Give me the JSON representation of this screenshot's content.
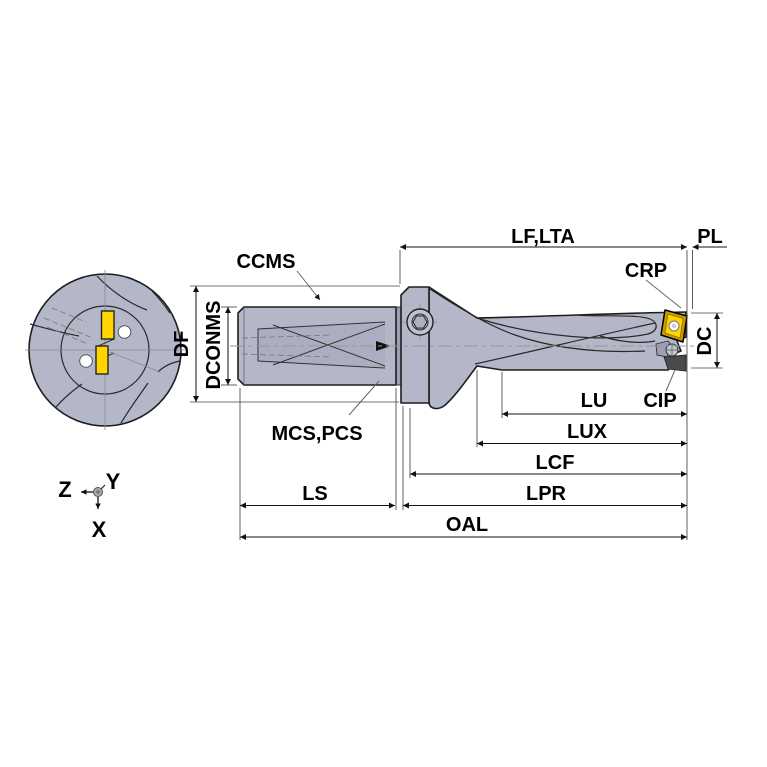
{
  "figure": {
    "type": "technical-dimension-drawing",
    "subject": "indexable insert drill with front view, side view and dimension callouts",
    "background": "#ffffff",
    "colors": {
      "tool_body": "#b4b7c8",
      "tool_body_shade": "#9da0b2",
      "bore": "#abaec0",
      "insert_gold": "#ffd400",
      "insert_gold_dark": "#c79b00",
      "outline": "#1e1e1e",
      "centerline": "#999999",
      "dimension_lines": "#111111"
    }
  },
  "labels": {
    "ccms": "CCMS",
    "df": "DF",
    "dconms": "DCONMS",
    "mcs_pcs": "MCS,PCS",
    "lf_lta": "LF,LTA",
    "pl": "PL",
    "crp": "CRP",
    "dc": "DC",
    "cip": "CIP",
    "lu": "LU",
    "lux": "LUX",
    "lcf": "LCF",
    "lpr": "LPR",
    "ls": "LS",
    "oal": "OAL"
  },
  "axis_triad": {
    "x": "X",
    "y": "Y",
    "z": "Z"
  }
}
